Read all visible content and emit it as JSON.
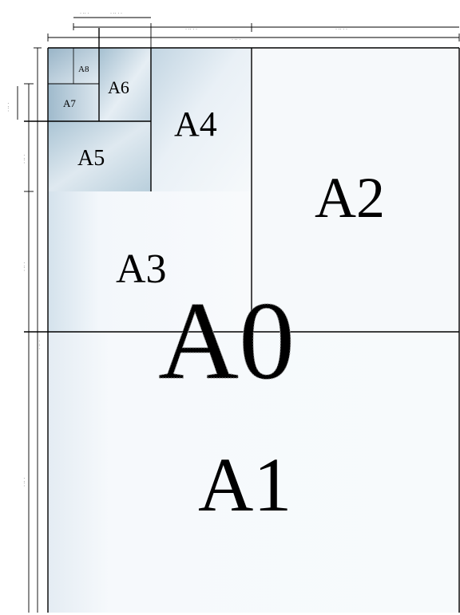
{
  "labels": {
    "a0": "A0",
    "a1": "A1",
    "a2": "A2",
    "a3": "A3",
    "a4": "A4",
    "a5": "A5",
    "a6": "A6",
    "a7": "A7",
    "a8": "A8"
  },
  "colors": {
    "sheet_light": "#f6f9fc",
    "sheet_dark": "#a9c3d3",
    "line": "#000000",
    "a0_outline": "#9a9a9a"
  }
}
